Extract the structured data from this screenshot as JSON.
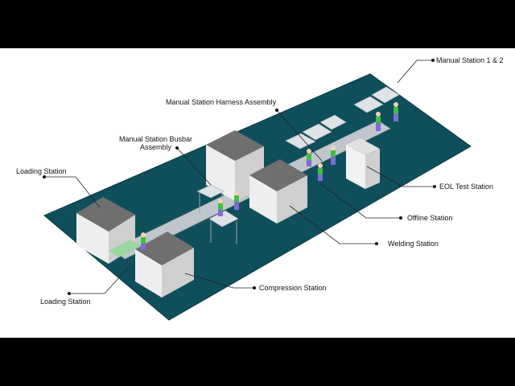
{
  "labels": {
    "manual_station_1_2": "Manual Station 1 & 2",
    "manual_station_harness": "Manual Station Harness Assembly",
    "manual_station_busbar_line1": "Manual Station Busbar",
    "manual_station_busbar_line2": "Assembly",
    "loading_station_top": "Loading Station",
    "eol_test_station": "EOL Test Station",
    "offline_station": "Offline Station",
    "welding_station": "Welding Station",
    "compression_station": "Compression Station",
    "loading_station_bottom": "Loading Station"
  },
  "colors": {
    "floor": "#0f4f5c",
    "floor_edge": "#0a3a44",
    "machine_body": "#eeeeee",
    "machine_side": "#cfcfcf",
    "machine_top": "#6f6f6f",
    "worker_shirt": "#3fbf3f",
    "worker_pants": "#7e6bd6",
    "conveyor": "#bfc6cc"
  }
}
